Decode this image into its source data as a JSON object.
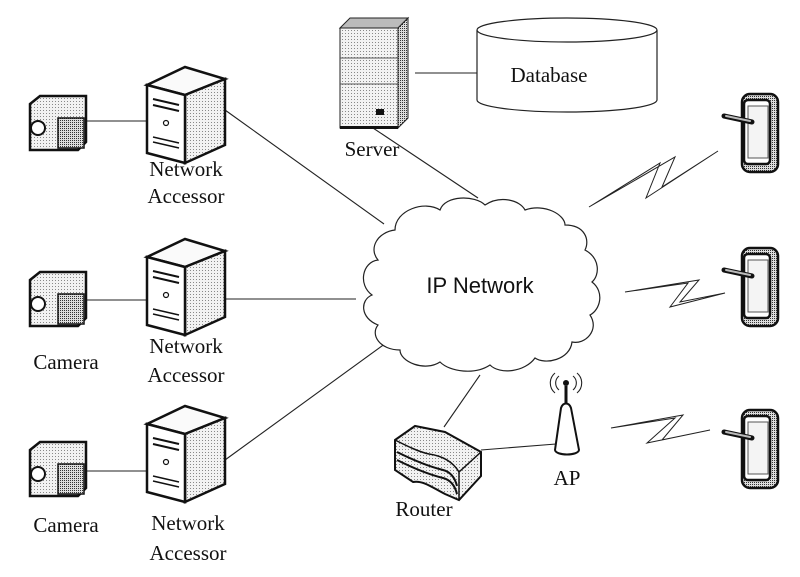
{
  "diagram": {
    "center": {
      "label": "IP Network"
    },
    "server": {
      "label": "Server"
    },
    "database": {
      "label": "Database"
    },
    "router": {
      "label": "Router"
    },
    "ap": {
      "label": "AP"
    },
    "accessors": [
      {
        "label_line1": "Network",
        "label_line2": "Accessor"
      },
      {
        "label_line1": "Network",
        "label_line2": "Accessor"
      },
      {
        "label_line1": "Network",
        "label_line2": "Accessor"
      }
    ],
    "cameras": [
      {
        "label": ""
      },
      {
        "label": "Camera"
      },
      {
        "label": "Camera"
      }
    ],
    "mobiles": [
      {
        "label": ""
      },
      {
        "label": ""
      },
      {
        "label": ""
      }
    ]
  }
}
